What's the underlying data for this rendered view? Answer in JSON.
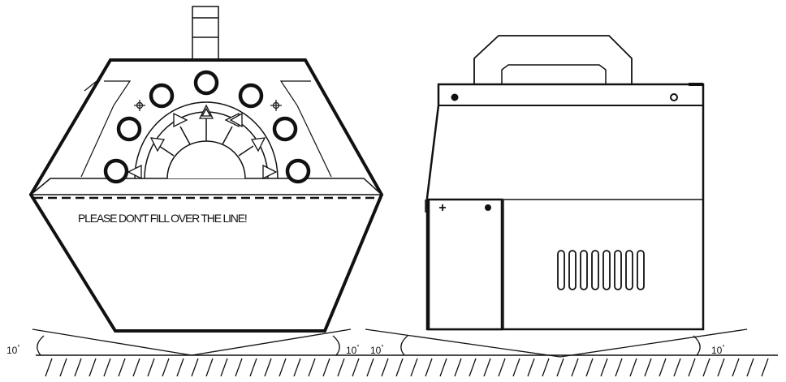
{
  "front_view": {
    "warning_text": "PLEASE DON'T FILL OVER THE LINE!"
  },
  "angle_labels": {
    "left_left": "10",
    "left_right": "10",
    "right_left": "10",
    "right_right": "10",
    "degree_symbol": "°"
  },
  "side_view": {
    "vent_slot_count": 8
  }
}
